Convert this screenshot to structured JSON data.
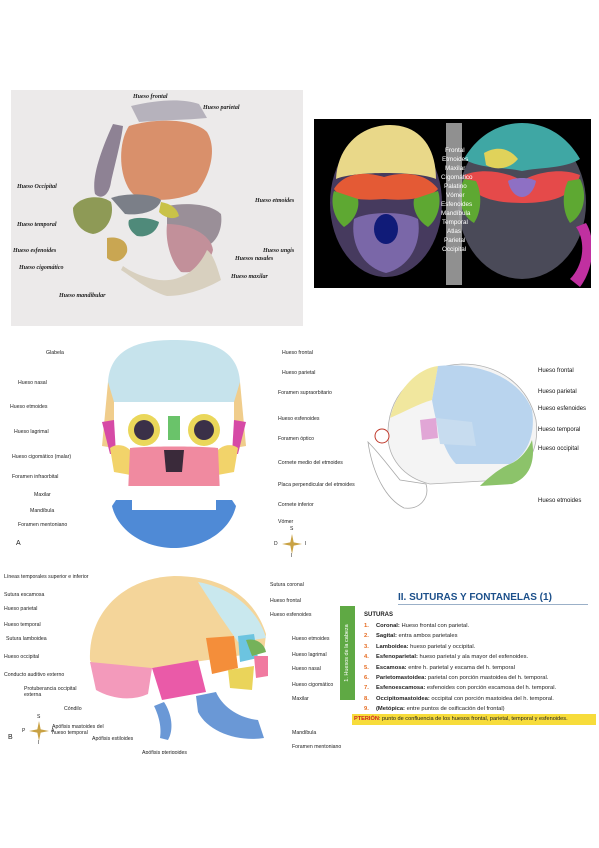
{
  "panel1": {
    "labels": {
      "frontal": "Hueso frontal",
      "parietal": "Hueso parietal",
      "occipital": "Hueso Occipital",
      "etmoides": "Hueso etmoides",
      "temporal": "Hueso temporal",
      "esfenoides": "Hueso esfenoides",
      "ungis": "Hueso ungis",
      "nasales": "Huesos nasales",
      "cigomatico": "Hueso cigomático",
      "maxilar": "Hueso maxilar",
      "mandibular": "Hueso mandibular"
    }
  },
  "panel2": {
    "labels": [
      "Frontal",
      "Etmoides",
      "Maxilar",
      "Cigomático",
      "Palatino",
      "Vómer",
      "Esfenoides",
      "Mandíbula",
      "Temporal",
      "Atlas",
      "Parietal",
      "Occipital"
    ]
  },
  "panel3": {
    "left": [
      "Glabela",
      "Hueso nasal",
      "Hueso etmoides",
      "Hueso lagrimal",
      "Hueso cigomático (malar)",
      "Foramen infraorbital",
      "Maxilar",
      "Mandíbula",
      "Foramen mentoniano"
    ],
    "right": [
      "Hueso frontal",
      "Hueso parietal",
      "Foramen supraorbitario",
      "Hueso esfenoides",
      "Foramen óptico",
      "Cornete medio del etmoides",
      "Placa perpendicular del etmoides",
      "Cornete inferior",
      "Vómer"
    ],
    "letter": "A",
    "compass": {
      "top": "S",
      "bottom": "I",
      "left": "D",
      "right": "I"
    }
  },
  "panel4": {
    "labels": [
      "Hueso frontal",
      "Hueso parietal",
      "Hueso esfenoides",
      "Hueso temporal",
      "Hueso occipital",
      "Hueso etmoides"
    ]
  },
  "panel5": {
    "left": [
      "Líneas temporales superior e inferior",
      "Sutura escamosa",
      "Hueso parietal",
      "Hueso temporal",
      "Sutura lamboidea",
      "Hueso occipital",
      "Conducto auditivo externo",
      "Protuberancia occipital externa",
      "Cóndilo",
      "Apófisis mastoides del hueso temporal",
      "Apófisis estiloides",
      "Apófisis pterigoides"
    ],
    "right": [
      "Sutura coronal",
      "Hueso frontal",
      "Hueso esfenoides",
      "Hueso etmoides",
      "Hueso lagrimal",
      "Hueso nasal",
      "Hueso cigomático",
      "Maxilar",
      "Mandíbula",
      "Foramen mentoniano"
    ],
    "letter": "B",
    "compass": {
      "top": "S",
      "bottom": "I",
      "left": "P",
      "right": "A"
    }
  },
  "sutures": {
    "title": "II. SUTURAS Y FONTANELAS (1)",
    "side_tab": "1. Huesos de la cabeza",
    "heading": "SUTURAS",
    "items": [
      {
        "num": "1.",
        "name": "Coronal:",
        "desc": " Hueso frontal con parietal."
      },
      {
        "num": "2.",
        "name": "Sagital:",
        "desc": " entra ambos parietales"
      },
      {
        "num": "3.",
        "name": "Lamboidea:",
        "desc": " hueso parietal y occipital."
      },
      {
        "num": "4.",
        "name": "Esfenoparietal:",
        "desc": " hueso parietal y ala mayor del esfenoides."
      },
      {
        "num": "5.",
        "name": "Escamosa:",
        "desc": " entre h. parietal y escama del h. temporal"
      },
      {
        "num": "6.",
        "name": "Parietomastoidea:",
        "desc": " parietal con porción mastoidea del h. temporal."
      },
      {
        "num": "7.",
        "name": "Esfenoescamosa:",
        "desc": " esfenoides con porción escamosa del h. temporal."
      },
      {
        "num": "8.",
        "name": "Occipitomastoidea:",
        "desc": " occipital con porción mastoidea del h. temporal."
      },
      {
        "num": "9.",
        "name": "(Metópica:",
        "desc": " entre puntos de osificación del frontal)"
      }
    ],
    "pterion": {
      "name": "PTERIÓN",
      "desc": ": punto de confluencia de los huesos frontal, parietal, temporal y esfenoides."
    }
  }
}
